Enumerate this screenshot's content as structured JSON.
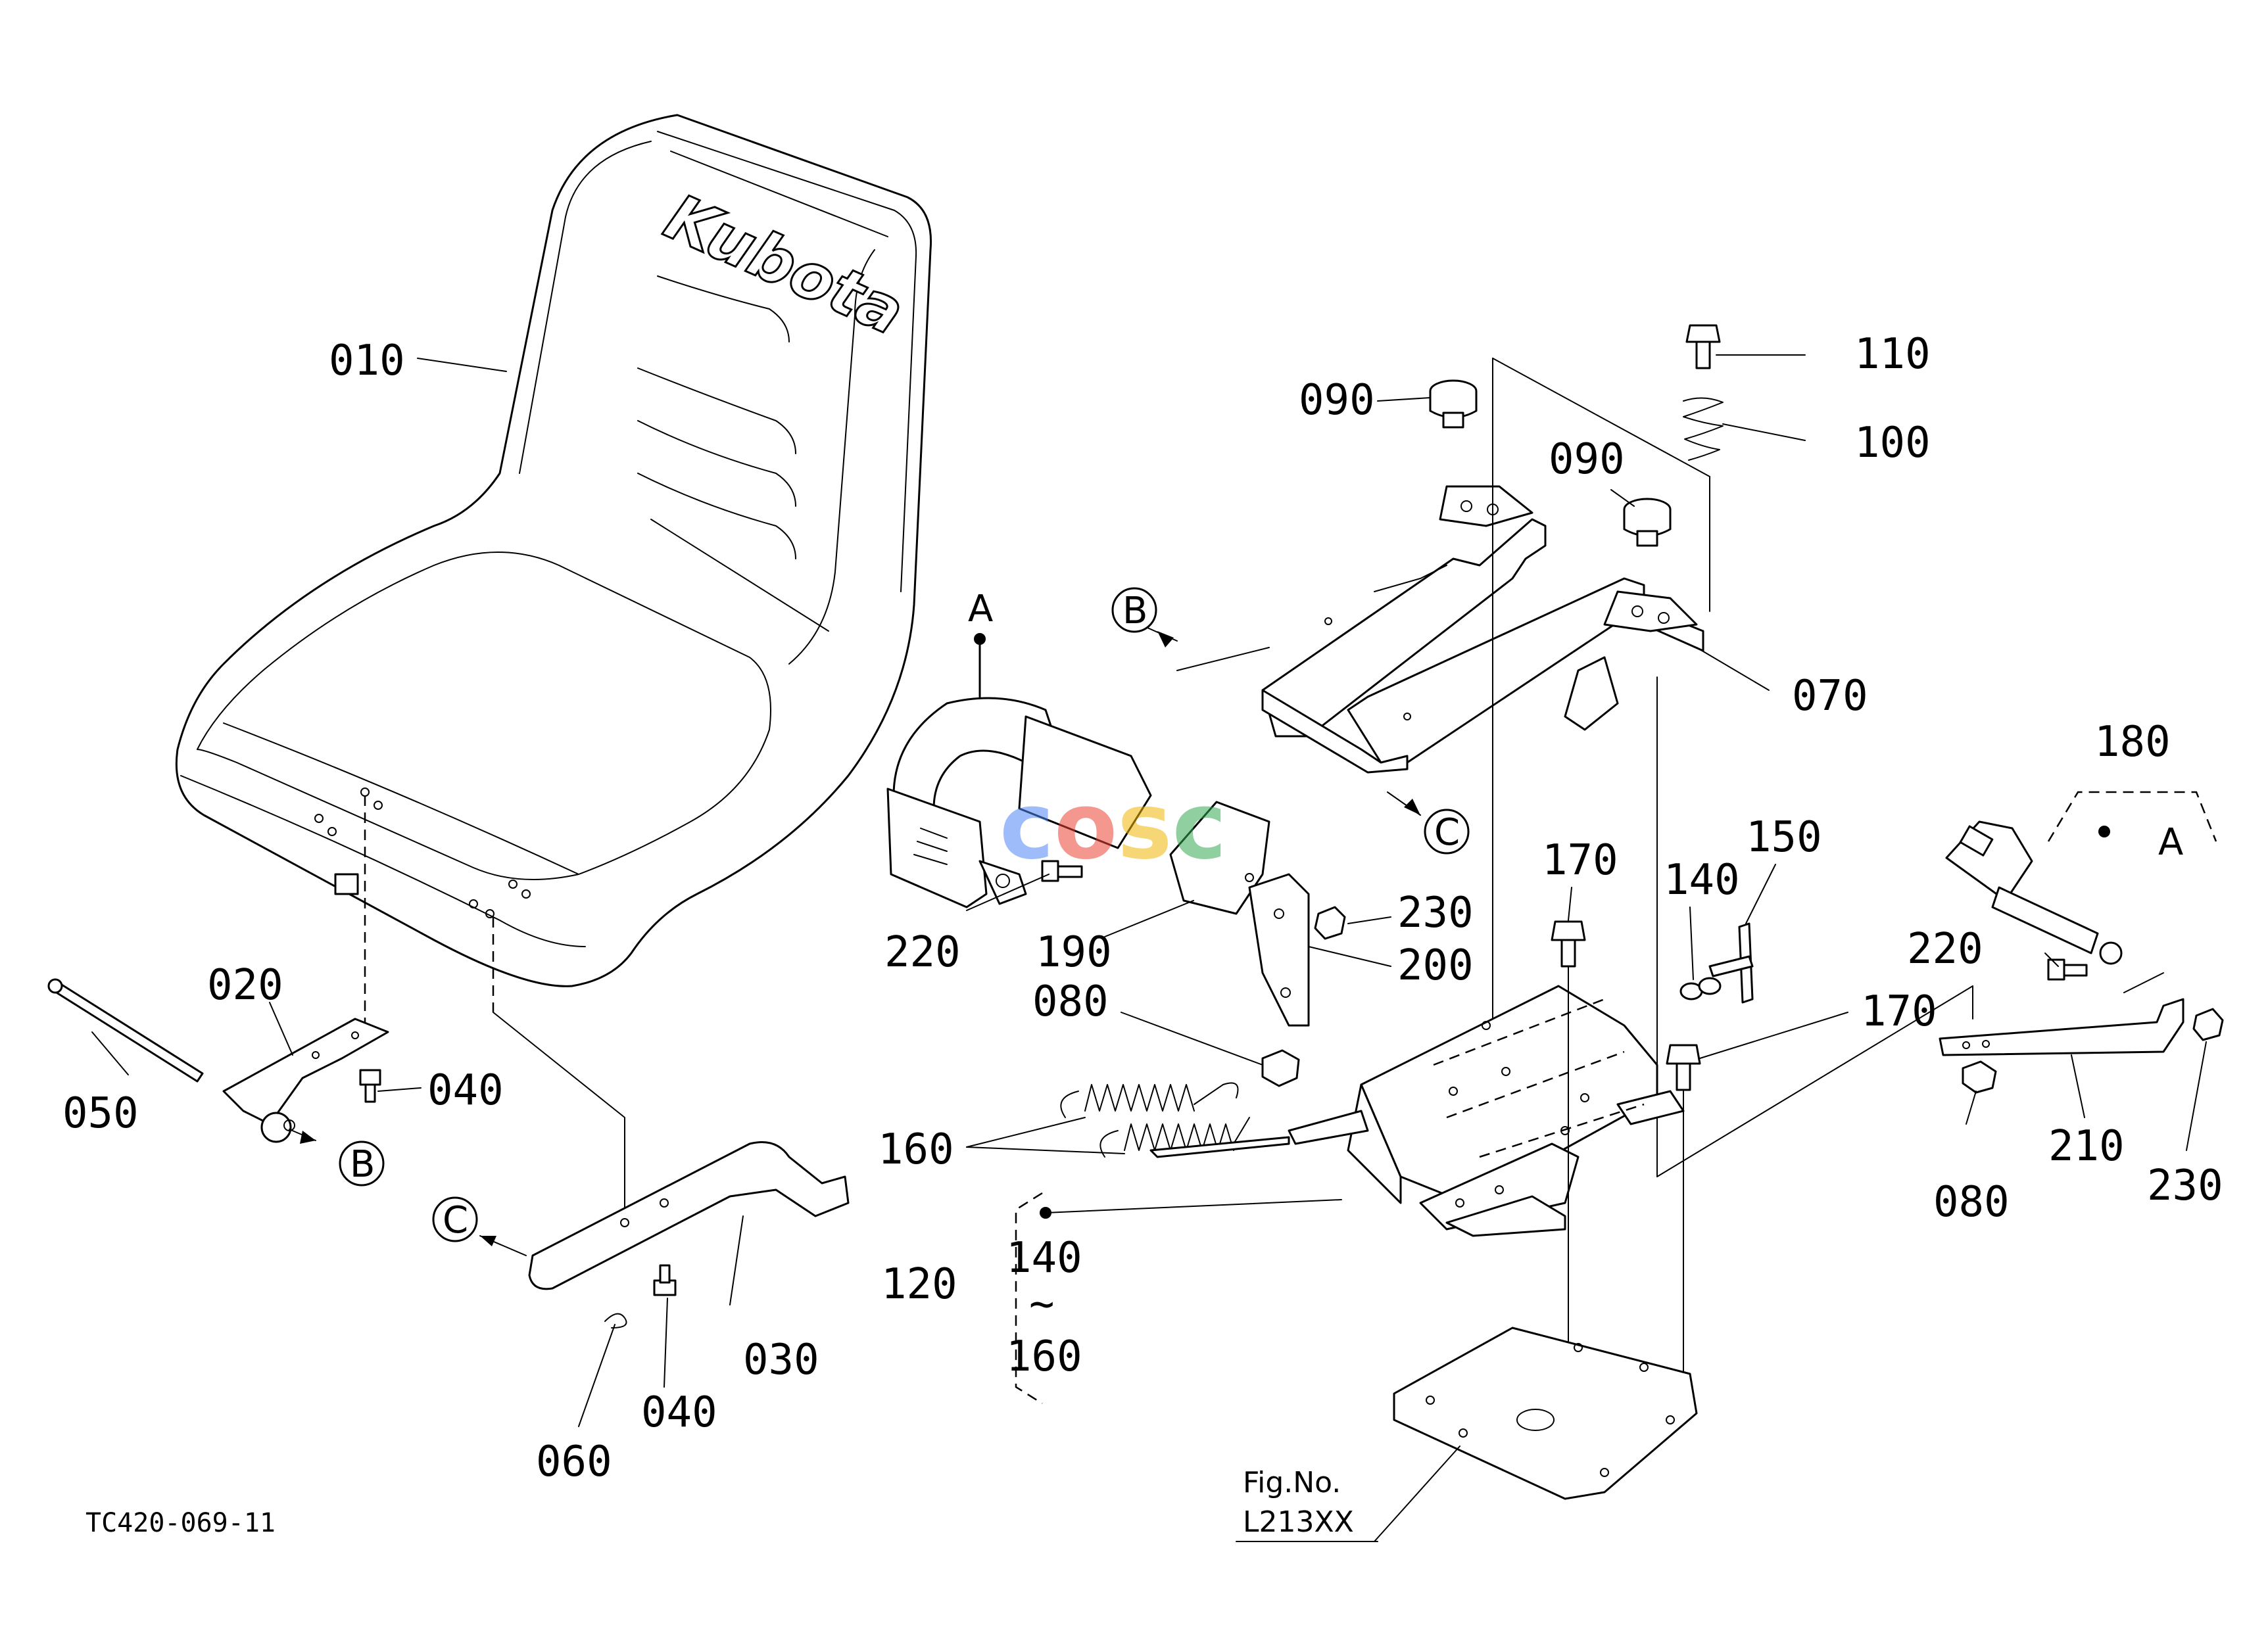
{
  "drawing_code": "TC420-069-11",
  "fig_ref": {
    "line1": "Fig.No.",
    "line2": "L213XX"
  },
  "seat_logo": "Kubota",
  "watermark": "cosc",
  "views": {
    "a": "A",
    "b": "B",
    "c": "C"
  },
  "callouts": {
    "p010": "010",
    "p020": "020",
    "p030": "030",
    "p040a": "040",
    "p040b": "040",
    "p050": "050",
    "p060": "060",
    "p070": "070",
    "p080a": "080",
    "p080b": "080",
    "p090a": "090",
    "p090b": "090",
    "p100": "100",
    "p110": "110",
    "p120": "120",
    "p120_range_from": "140",
    "p120_range_sep": "~",
    "p120_range_to": "160",
    "p140": "140",
    "p150": "150",
    "p160": "160",
    "p170a": "170",
    "p170b": "170",
    "p180": "180",
    "p190": "190",
    "p200": "200",
    "p210": "210",
    "p220a": "220",
    "p220b": "220",
    "p230a": "230",
    "p230b": "230"
  },
  "colors": {
    "line": "#000000",
    "background": "#ffffff",
    "wm_blue": "#4f86f7",
    "wm_red": "#ea4335",
    "wm_yellow": "#f2b705",
    "wm_green": "#34a853"
  }
}
